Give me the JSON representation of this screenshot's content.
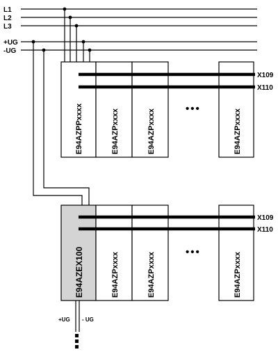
{
  "supply": {
    "l1": "L1",
    "l2": "L2",
    "l3": "L3",
    "plus_ug": "+UG",
    "minus_ug": "-UG"
  },
  "top_group": {
    "modules": [
      "E94AZPPxxxx",
      "E94AZPxxxx",
      "E94AZPxxxx",
      "E94AZPxxxx"
    ],
    "bus_labels": [
      "X109",
      "X110"
    ],
    "ellipsis": "•••"
  },
  "bottom_group": {
    "modules": [
      "E94AZEX100",
      "E94AZPxxxx",
      "E94AZPxxxx",
      "E94AZPxxxx"
    ],
    "bus_labels": [
      "X109",
      "X110"
    ],
    "ellipsis": "•••",
    "out_plus": "+UG",
    "out_minus": "- UG"
  },
  "colors": {
    "line": "#000000",
    "shaded_module": "#d4d4d4"
  }
}
